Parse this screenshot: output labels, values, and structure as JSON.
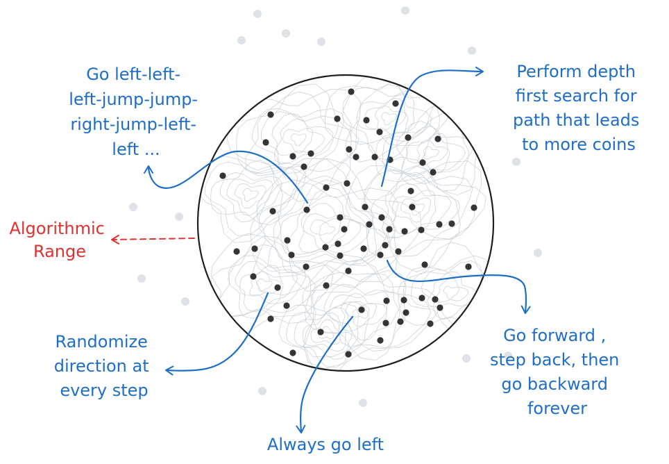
{
  "colors": {
    "annotation": "#1e6ec8",
    "range": "#e03131",
    "circle_stroke": "#1e1e1e",
    "coin": "#343434",
    "outside_dot": "#dfe3e8",
    "contour": "#cdd3d9"
  },
  "labels": {
    "top_left": [
      "Go left-left-",
      "left-jump-jump-",
      "right-jump-left-",
      "left ..."
    ],
    "top_right": [
      "Perform depth",
      "first search for",
      "path that leads",
      "to more coins"
    ],
    "left": [
      "Algorithmic",
      "Range"
    ],
    "bottom_left": [
      "Randomize",
      "direction at",
      "every step"
    ],
    "bottom_center": [
      "Always go left"
    ],
    "bottom_right": [
      "Go forward ,",
      "step back, then",
      "go backward",
      "forever"
    ]
  }
}
